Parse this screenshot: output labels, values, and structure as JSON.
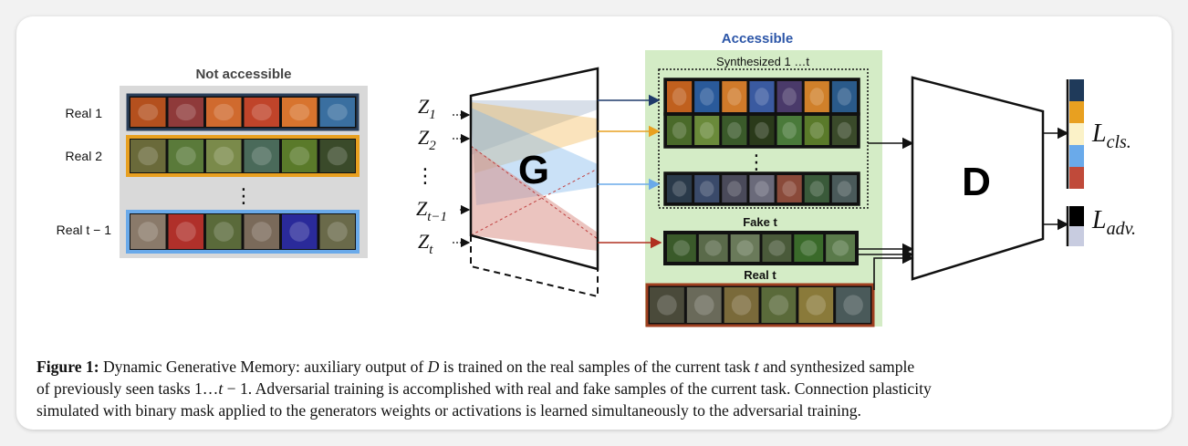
{
  "diagram": {
    "not_accessible_label": "Not accessible",
    "accessible_label": "Accessible",
    "real_rows": [
      {
        "label": "Real 1",
        "border": "#2a3f5a",
        "thumbs": [
          "#b4501e",
          "#8f3a3a",
          "#d06a2e",
          "#c0442a",
          "#d8742e",
          "#3a6fa0"
        ]
      },
      {
        "label": "Real 2",
        "border": "#e8a020",
        "thumbs": [
          "#6a6a3a",
          "#5a7a3a",
          "#7a8a4a",
          "#4a6a5a",
          "#5a7a2a",
          "#3a4a2a"
        ]
      },
      {
        "label": "Real t − 1",
        "border": "#6aaaea",
        "thumbs": [
          "#8a7a6a",
          "#b0302a",
          "#5a6a3a",
          "#7a6a5a",
          "#2a2a9a",
          "#6a6a4a"
        ]
      }
    ],
    "real_dots": "⋮",
    "z_dots": "⋮",
    "synth_dots": "⋮",
    "generator_label": "G",
    "discriminator_label": "D",
    "z_inputs": [
      {
        "main": "Z",
        "sub": "1"
      },
      {
        "main": "Z",
        "sub": "2"
      },
      {
        "main": "Z",
        "sub": "t−1"
      },
      {
        "main": "Z",
        "sub": "t"
      }
    ],
    "synth_title": "Synthesized 1 …t",
    "synth_rows": [
      [
        "#c0601e",
        "#2a5a9a",
        "#d07a2a",
        "#3a5aa0",
        "#4a3a6a",
        "#d0802a",
        "#2a5a8a"
      ],
      [
        "#4a6a2a",
        "#6a8a3a",
        "#3a5a2a",
        "#2a3a1a",
        "#4a7a3a",
        "#5a7a2a",
        "#3a4a2a"
      ],
      [
        "#2a3a4a",
        "#3a4a6a",
        "#4a4a5a",
        "#6a6a7a",
        "#8a4a3a",
        "#3a5a3a",
        "#4a5a5a"
      ]
    ],
    "fake_title": "Fake t",
    "fake_thumbs": [
      "#3a5a2a",
      "#5a6a4a",
      "#6a7a5a",
      "#4a5a3a",
      "#3a6a2a",
      "#5a7a4a"
    ],
    "real_t_title": "Real t",
    "real_t_thumbs": [
      "#4a4a3a",
      "#6a6a5a",
      "#7a6a3a",
      "#5a6a3a",
      "#8a7a3a",
      "#4a5a5a"
    ],
    "cls_output": {
      "main": "L",
      "sub": "cls."
    },
    "adv_output": {
      "main": "L",
      "sub": "adv."
    },
    "cls_colors": [
      "#1f3a5a",
      "#e8a020",
      "#fbf2c8",
      "#6aaaea",
      "#c04a3a"
    ],
    "adv_colors": [
      "#000000",
      "#c8cce0"
    ],
    "colors": {
      "accessible_bg": "#d4ecc6",
      "not_accessible_bg": "#d9d9d9",
      "accessible_title": "#2c56a8",
      "real_t_border": "#a04020"
    }
  },
  "caption": {
    "label": "Figure 1:",
    "line1a": " Dynamic Generative Memory: auxiliary output of ",
    "line1_D": "D",
    "line1b": " is trained on the real samples of the current task ",
    "line1_t": "t",
    "line1c": " and synthesized sample",
    "line2a": "of previously seen tasks 1…",
    "line2_t": "t",
    "line2b": " − 1. Adversarial training is accomplished with real and fake samples of the current task. Connection plasticity",
    "line3": "simulated with binary mask applied to the generators weights or activations is learned simultaneously to the adversarial training."
  }
}
